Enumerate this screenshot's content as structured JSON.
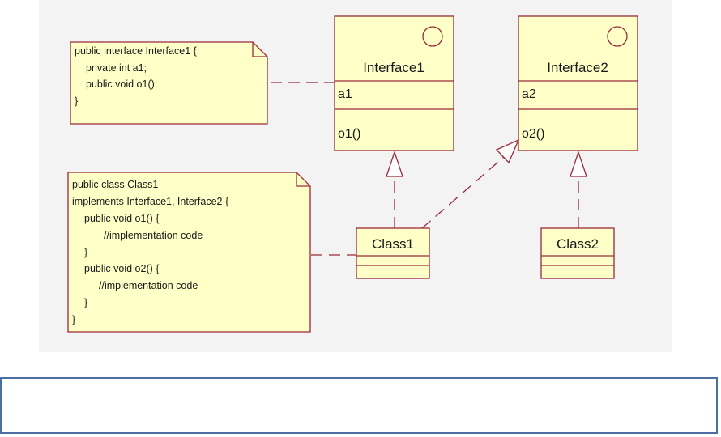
{
  "diagram": {
    "interface1": {
      "name": "Interface1",
      "attribute": "a1",
      "operation": "o1()"
    },
    "interface2": {
      "name": "Interface2",
      "attribute": "a2",
      "operation": "o2()"
    },
    "class1": {
      "name": "Class1"
    },
    "class2": {
      "name": "Class2"
    },
    "note1": {
      "lines": [
        "public interface Interface1 {",
        "private int a1;",
        "public void o1();",
        "}"
      ]
    },
    "note2": {
      "lines": [
        "public class Class1",
        "implements Interface1, Interface2 {",
        "public void o1() {",
        "//implementation code",
        "}",
        "public void o2() {",
        "//implementation code",
        "}",
        "}"
      ]
    }
  },
  "bottom_bar": {
    "text": ""
  }
}
